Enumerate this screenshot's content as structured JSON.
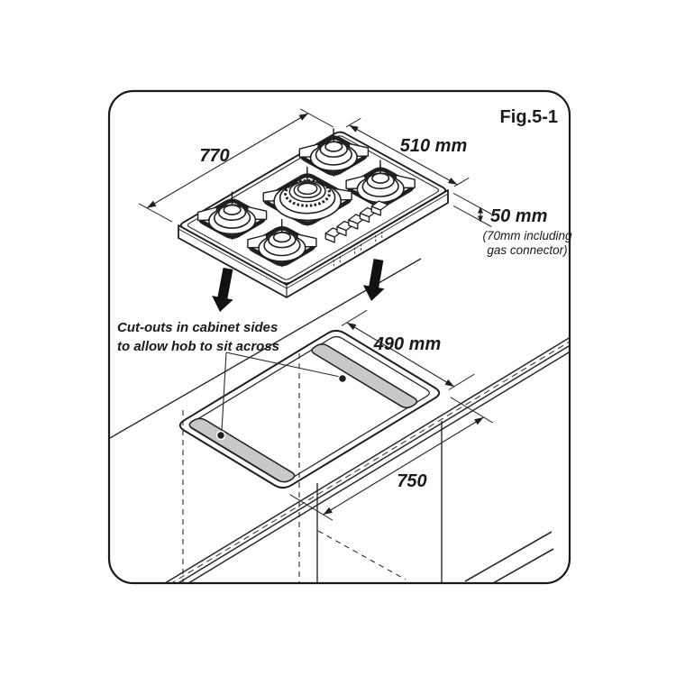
{
  "figure": {
    "label": "Fig.5-1"
  },
  "hob": {
    "description": "5-burner gas hob shown above worktop cut-out",
    "width_label": "770",
    "depth_label": "510 mm",
    "height_label": "50 mm",
    "height_note_line1": "(70mm including",
    "height_note_line2": "gas connector)",
    "burners": [
      "back-left",
      "back-right",
      "center-wok",
      "front-left",
      "front-right"
    ],
    "knob_count": 5
  },
  "cutout": {
    "note_line1": "Cut-outs in cabinet sides",
    "note_line2": "to allow hob to sit across",
    "depth_label": "490 mm",
    "length_label": "750"
  },
  "colors": {
    "line": "#1f1f1f",
    "thin_line": "#2a2a2a",
    "cutout_fill": "#c8c8c8",
    "arrow_fill": "#111111",
    "background": "#ffffff"
  }
}
